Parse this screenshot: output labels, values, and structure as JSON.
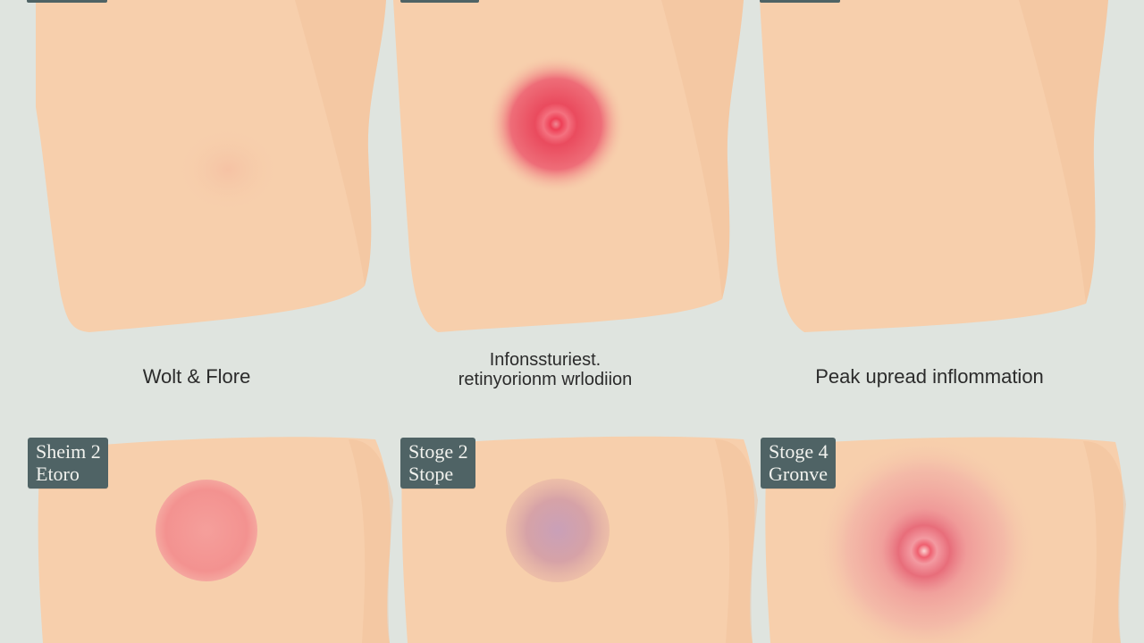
{
  "colors": {
    "background": "#dfe4df",
    "skin": "#f7cfac",
    "skin_shadow": "#efbf98",
    "inflammation_red": "#e94d5e",
    "badge_fill": "#4f6365",
    "badge_text": "#f1f2ee",
    "caption_text": "#2b2b2b"
  },
  "captions": {
    "panel_1": "Wolt & Flore",
    "panel_2_line_1": "Infonssturiest.",
    "panel_2_line_2": "retinyorionm wrlodiion",
    "panel_3": "Peak upread inflommation"
  },
  "badges": {
    "panel_4_line_1": "Sheim 2",
    "panel_4_line_2": "Etoro",
    "panel_5_line_1": "Stoge 2",
    "panel_5_line_2": "Stope",
    "panel_6_line_1": "Stoge 4",
    "panel_6_line_2": "Gronve"
  }
}
